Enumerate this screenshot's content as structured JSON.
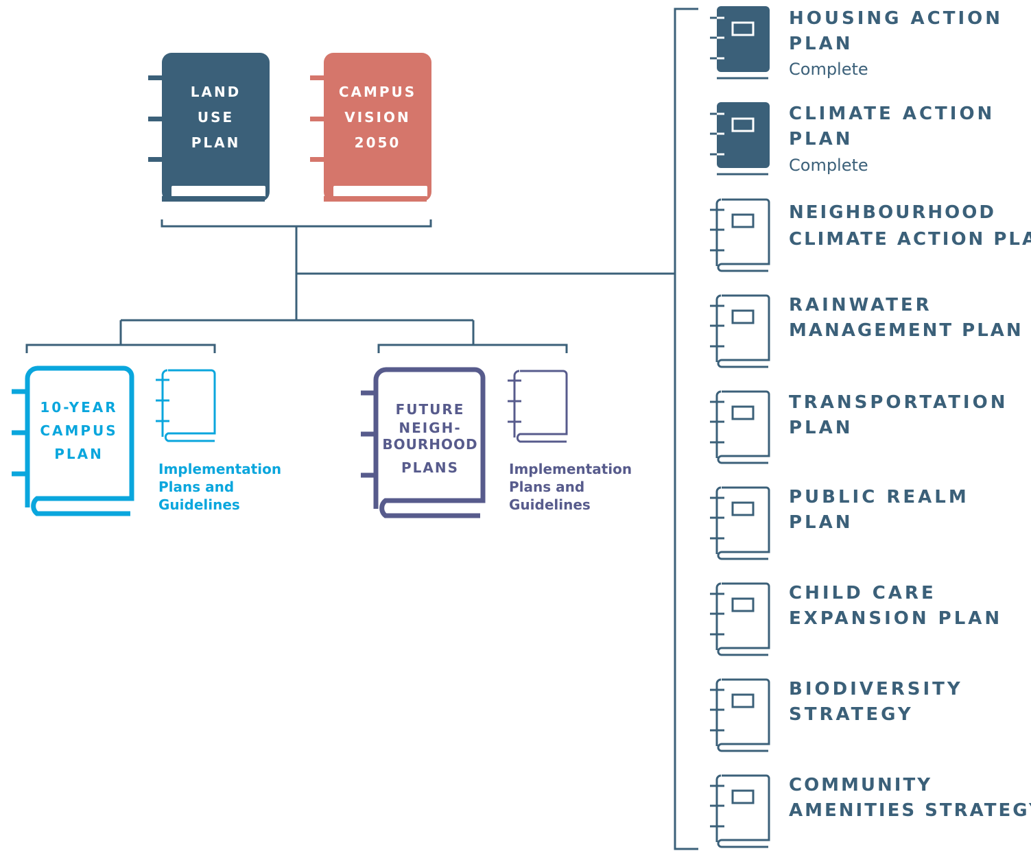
{
  "top_books": [
    {
      "name": "land-use-plan",
      "lines": [
        "LAND",
        "USE",
        "PLAN"
      ],
      "color": "#3b6079"
    },
    {
      "name": "campus-vision-2050",
      "lines": [
        "CAMPUS",
        "VISION",
        "2050"
      ],
      "color": "#d5766b"
    }
  ],
  "mid_books": [
    {
      "name": "10-year-campus-plan",
      "lines": [
        "10-YEAR",
        "CAMPUS",
        "PLAN"
      ],
      "impl": [
        "Implementation",
        "Plans and",
        "Guidelines"
      ],
      "color": "#0aa6dd"
    },
    {
      "name": "future-neighbourhood-plans",
      "lines": [
        "FUTURE",
        "NEIGH-",
        "BOURHOOD",
        "PLANS"
      ],
      "impl": [
        "Implementation",
        "Plans and",
        "Guidelines"
      ],
      "color": "#575b8c"
    }
  ],
  "plans": [
    {
      "lines": [
        "HOUSING ACTION",
        "PLAN"
      ],
      "status": "Complete",
      "filled": true
    },
    {
      "lines": [
        "CLIMATE ACTION",
        "PLAN"
      ],
      "status": "Complete",
      "filled": true
    },
    {
      "lines": [
        "NEIGHBOURHOOD",
        "CLIMATE ACTION PLAN"
      ],
      "status": "",
      "filled": false
    },
    {
      "lines": [
        "RAINWATER",
        "MANAGEMENT PLAN"
      ],
      "status": "",
      "filled": false
    },
    {
      "lines": [
        "TRANSPORTATION",
        "PLAN"
      ],
      "status": "",
      "filled": false
    },
    {
      "lines": [
        "PUBLIC REALM",
        "PLAN"
      ],
      "status": "",
      "filled": false
    },
    {
      "lines": [
        "CHILD CARE",
        "EXPANSION PLAN"
      ],
      "status": "",
      "filled": false
    },
    {
      "lines": [
        "BIODIVERSITY",
        "STRATEGY"
      ],
      "status": "",
      "filled": false
    },
    {
      "lines": [
        "COMMUNITY",
        "AMENITIES STRATEGY"
      ],
      "status": "",
      "filled": false
    }
  ],
  "colors": {
    "connector": "#3b6079",
    "plan_icon": "#3b6079"
  }
}
